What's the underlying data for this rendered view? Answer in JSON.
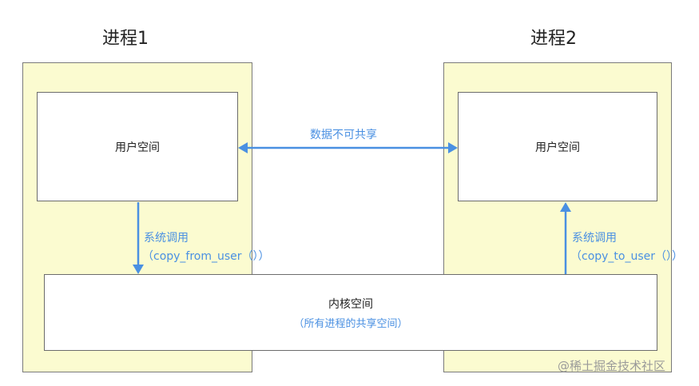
{
  "process1": {
    "title": "进程1",
    "user_space": "用户空间",
    "syscall": "系统调用",
    "syscall_fn": "（copy_from_user（））"
  },
  "process2": {
    "title": "进程2",
    "user_space": "用户空间",
    "syscall": "系统调用",
    "syscall_fn": "（copy_to_user（））"
  },
  "shared_link": {
    "label": "数据不可共享"
  },
  "kernel": {
    "label": "内核空间",
    "sublabel": "（所有进程的共享空间）"
  },
  "watermark": "@稀土掘金技术社区",
  "colors": {
    "process_fill": "#fbfbd0",
    "arrow": "#4a90e2",
    "border": "#6c6c6c",
    "text": "#222222"
  }
}
